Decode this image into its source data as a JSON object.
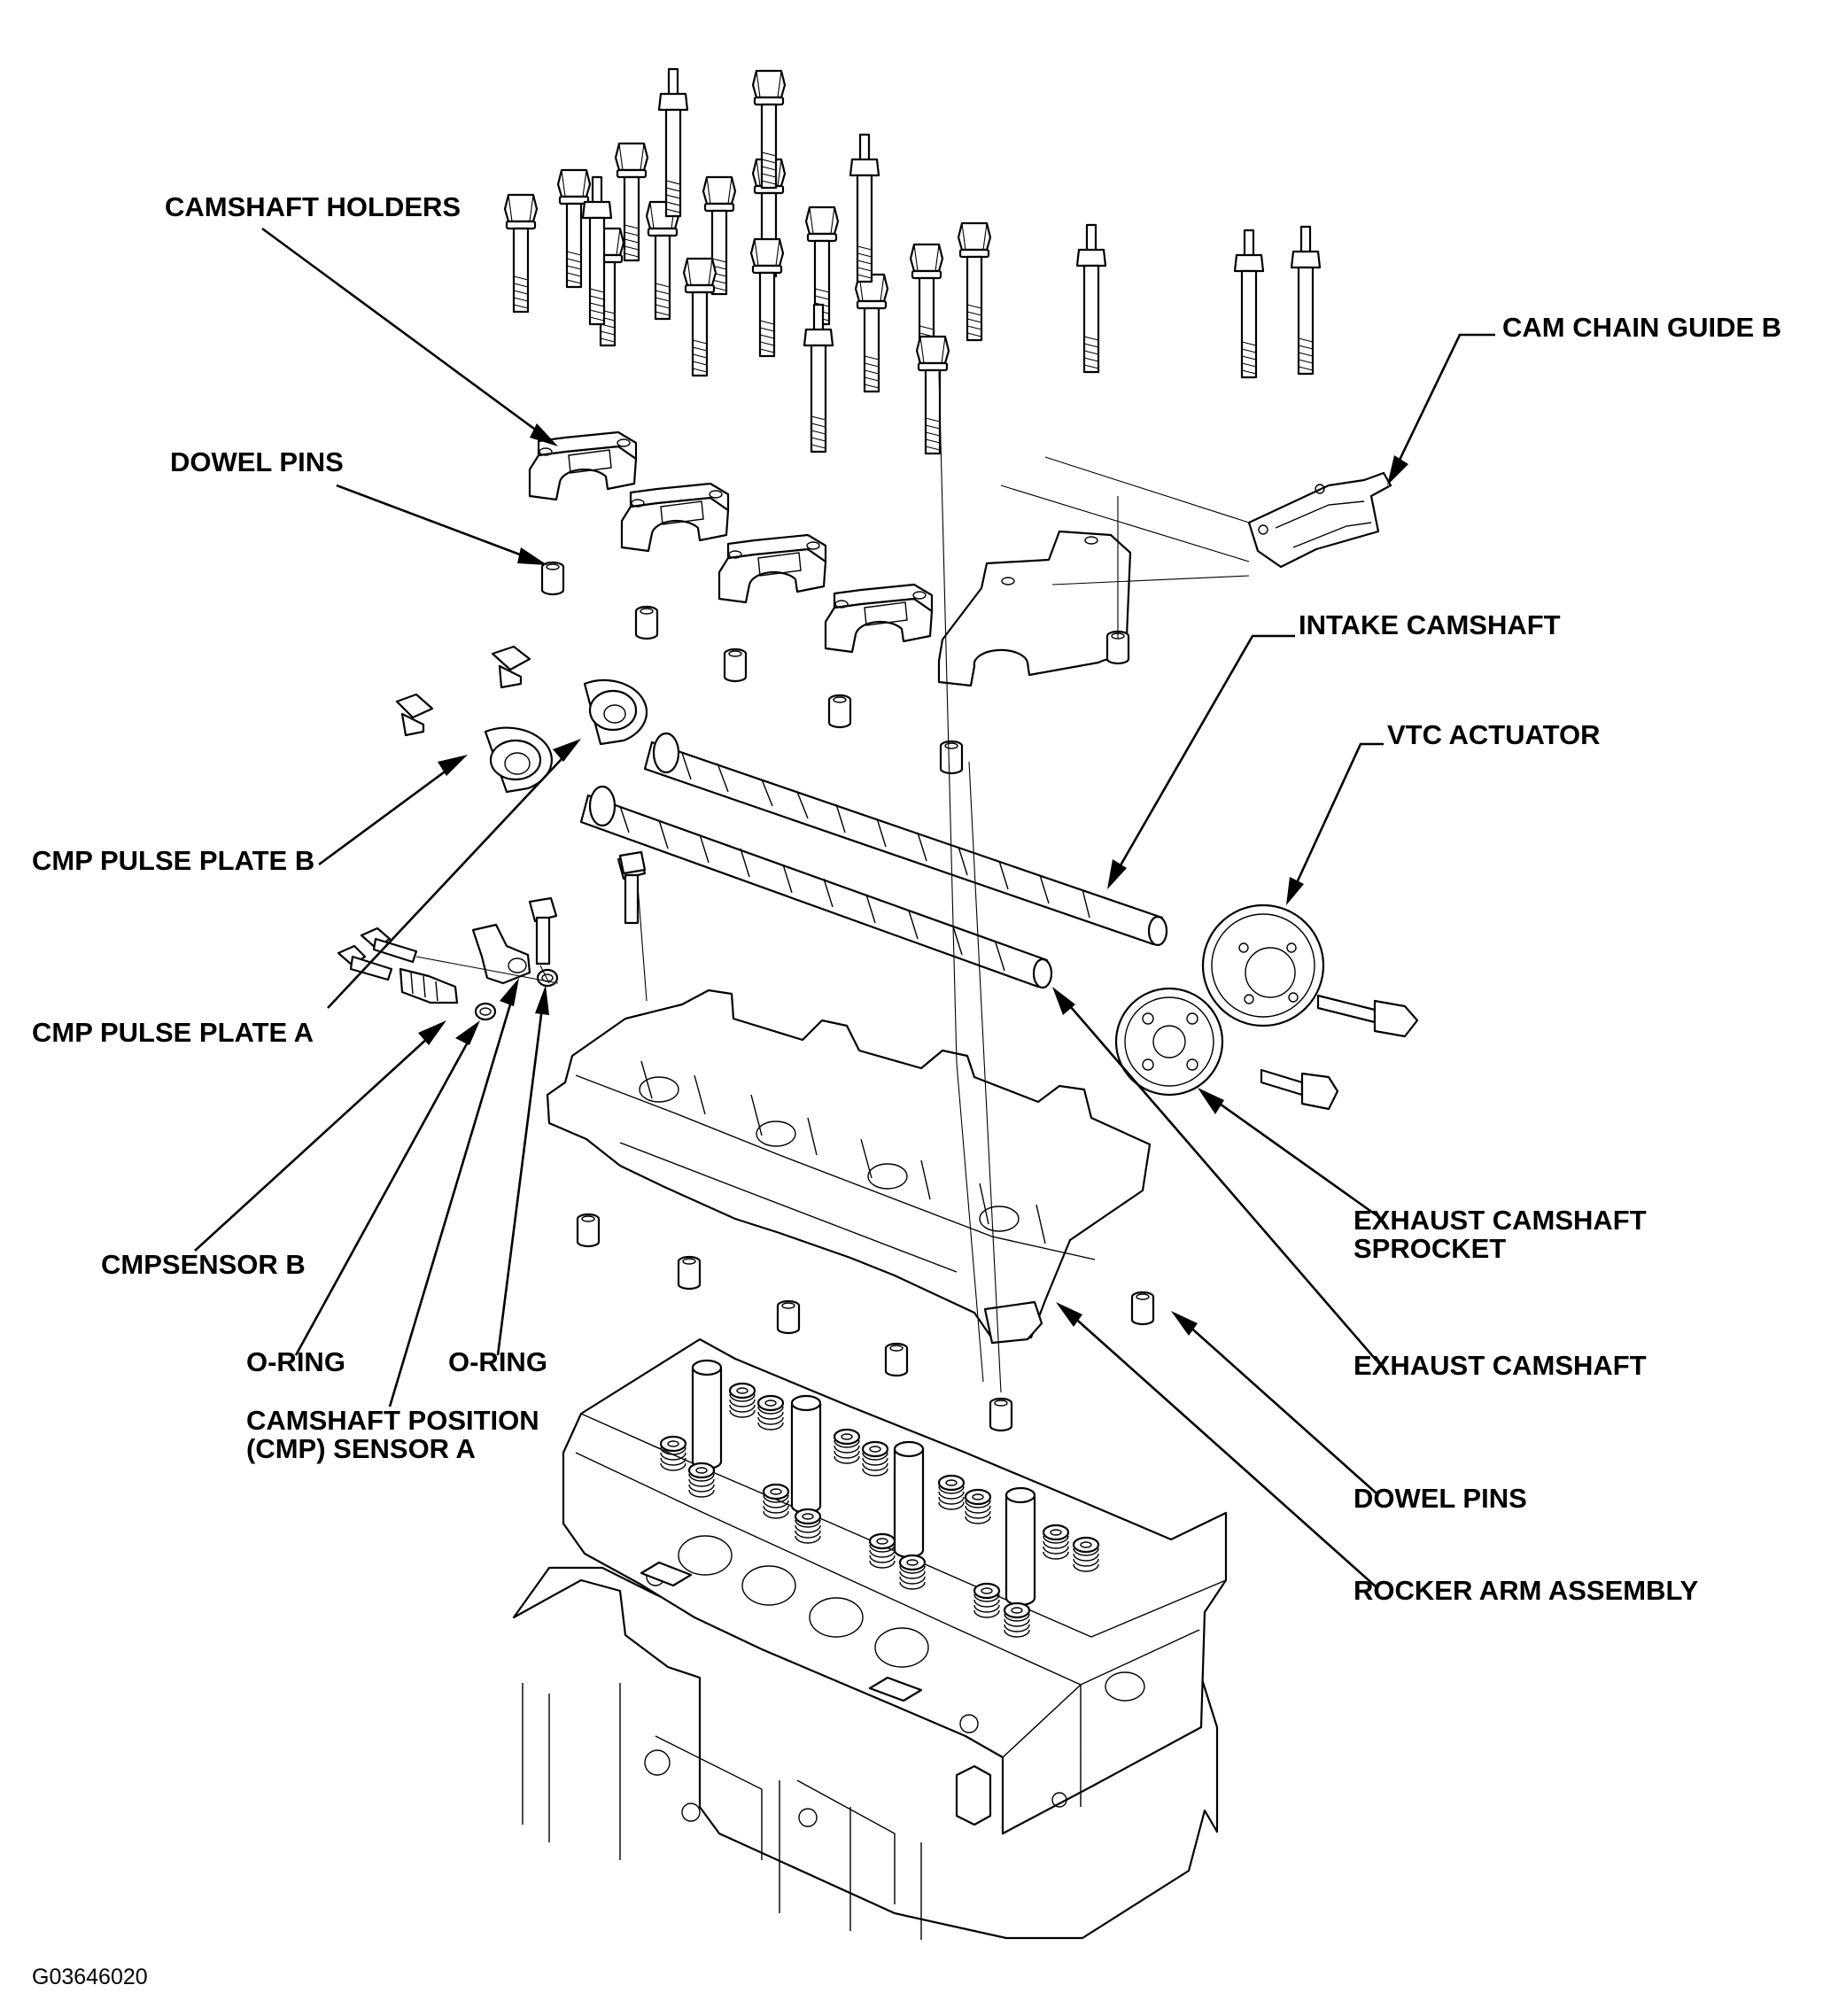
{
  "labels": {
    "camshaft_holders": "CAMSHAFT HOLDERS",
    "cam_chain_guide_b": "CAM CHAIN GUIDE B",
    "dowel_pins_top": "DOWEL PINS",
    "intake_camshaft": "INTAKE CAMSHAFT",
    "vtc_actuator": "VTC ACTUATOR",
    "cmp_pulse_plate_b": "CMP PULSE PLATE B",
    "cmp_pulse_plate_a": "CMP PULSE PLATE A",
    "exhaust_camshaft_sprocket_line1": "EXHAUST CAMSHAFT",
    "exhaust_camshaft_sprocket_line2": "SPROCKET",
    "cmpsensor_b": "CMPSENSOR B",
    "o_ring_left": "O-RING",
    "o_ring_right": "O-RING",
    "exhaust_camshaft": "EXHAUST CAMSHAFT",
    "camshaft_position_sensor_a_line1": "CAMSHAFT POSITION",
    "camshaft_position_sensor_a_line2": "(CMP) SENSOR A",
    "dowel_pins_bottom": "DOWEL PINS",
    "rocker_arm_assembly": "ROCKER ARM ASSEMBLY"
  },
  "figure_code": "G03646020"
}
